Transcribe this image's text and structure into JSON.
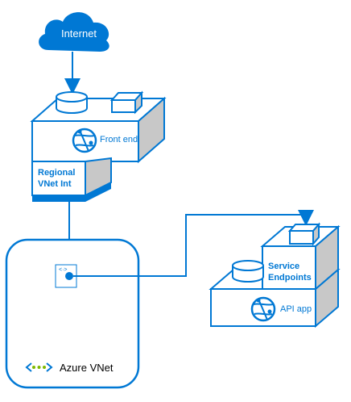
{
  "internet": {
    "label": "Internet"
  },
  "front_end": {
    "label": "Front end"
  },
  "regional_vnet_int": {
    "line1": "Regional",
    "line2": "VNet Int"
  },
  "service_endpoints": {
    "line1": "Service",
    "line2": "Endpoints"
  },
  "api_app": {
    "label": "API app"
  },
  "azure_vnet": {
    "label": "Azure VNet"
  },
  "colors": {
    "accent": "#0078d4",
    "fill_light": "#ffffff",
    "fill_gray": "#e6e6e6",
    "fill_dark": "#c8c8c8"
  }
}
